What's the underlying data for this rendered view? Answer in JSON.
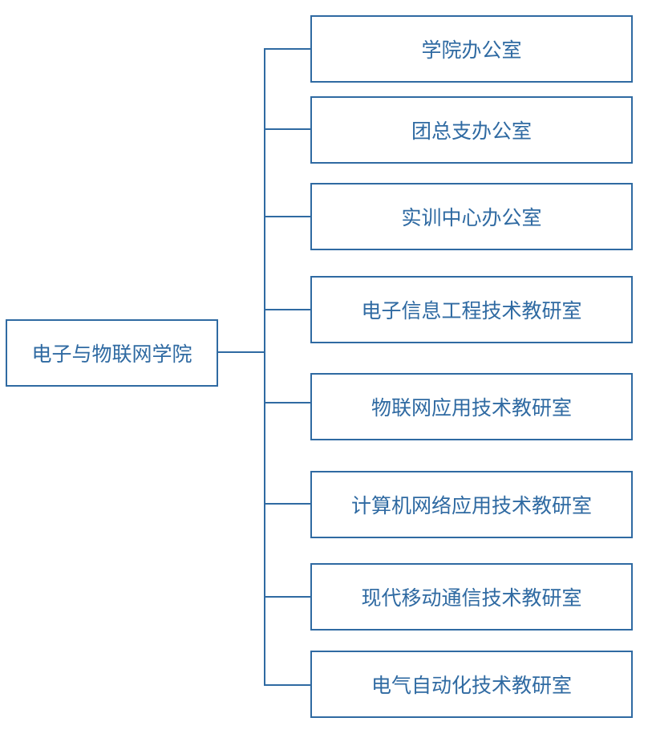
{
  "colors": {
    "line": "#2f6aa2",
    "text": "#2f6aa2",
    "background": "#ffffff"
  },
  "root": {
    "label": "电子与物联网学院"
  },
  "departments": [
    {
      "label": "学院办公室"
    },
    {
      "label": "团总支办公室"
    },
    {
      "label": "实训中心办公室"
    },
    {
      "label": "电子信息工程技术教研室"
    },
    {
      "label": "物联网应用技术教研室"
    },
    {
      "label": "计算机网络应用技术教研室"
    },
    {
      "label": "现代移动通信技术教研室"
    },
    {
      "label": "电气自动化技术教研室"
    }
  ]
}
